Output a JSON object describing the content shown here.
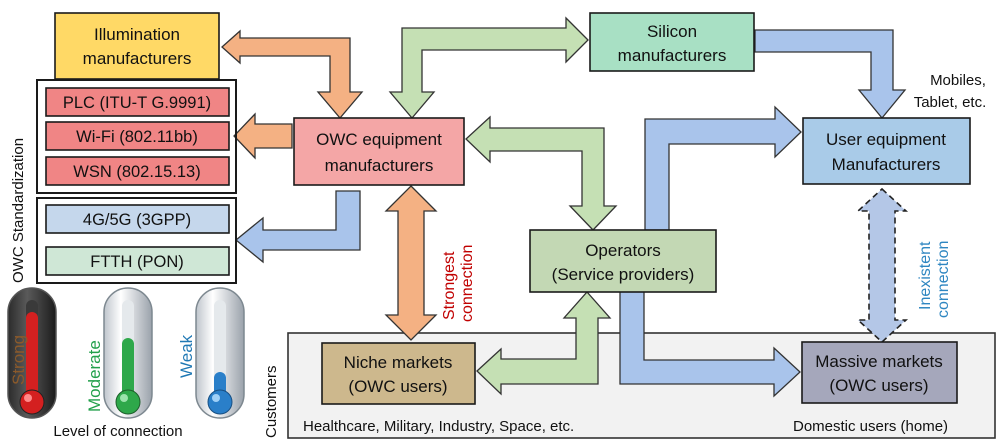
{
  "nodes": {
    "illumination": {
      "line1": "Illumination",
      "line2": "manufacturers",
      "color": "#ffd966"
    },
    "silicon": {
      "line1": "Silicon",
      "line2": "manufacturers",
      "color": "#a8e0c4"
    },
    "owc_equipment": {
      "line1": "OWC equipment",
      "line2": "manufacturers",
      "color": "#f4a6a6"
    },
    "user_equipment": {
      "line1": "User equipment",
      "line2": "Manufacturers",
      "color": "#a9cbe8"
    },
    "operators": {
      "line1": "Operators",
      "line2": "(Service providers)",
      "color": "#c3d8b4"
    },
    "niche": {
      "line1": "Niche markets",
      "line2": "(OWC users)",
      "color": "#cdb88d"
    },
    "massive": {
      "line1": "Massive markets",
      "line2": "(OWC users)",
      "color": "#a5a7bb"
    }
  },
  "standards": {
    "title": "OWC Standardization",
    "items": [
      {
        "label": "PLC (ITU-T G.9991)",
        "color": "#f08585"
      },
      {
        "label": "Wi-Fi (802.11bb)",
        "color": "#f08585"
      },
      {
        "label": "WSN (802.15.13)",
        "color": "#f08585"
      },
      {
        "label": "4G/5G (3GPP)",
        "color": "#c5d7ec"
      },
      {
        "label": "FTTH (PON)",
        "color": "#cfe7d6"
      }
    ]
  },
  "annotations": {
    "mobiles_line1": "Mobiles,",
    "mobiles_line2": "Tablet, etc.",
    "strongest_line1": "Strongest",
    "strongest_line2": "connection",
    "inexistent_line1": "Inexistent",
    "inexistent_line2": "connection",
    "customers": "Customers",
    "niche_examples": "Healthcare, Military, Industry, Space, etc.",
    "massive_examples": "Domestic users (home)"
  },
  "legend": {
    "title": "Level of connection",
    "levels": [
      {
        "label": "Strong",
        "color": "#8b5a2b",
        "fill": 0.88
      },
      {
        "label": "Moderate",
        "color": "#22a04b",
        "fill": 0.62
      },
      {
        "label": "Weak",
        "color": "#1f78b4",
        "fill": 0.28
      }
    ]
  },
  "arrow_colors": {
    "orange": "#f4b183",
    "green": "#c5e0b4",
    "blue": "#a9c4eb",
    "lavender": "#b4c7e7"
  },
  "text_colors": {
    "strongest": "#c00000",
    "inexistent": "#2e86c1"
  }
}
